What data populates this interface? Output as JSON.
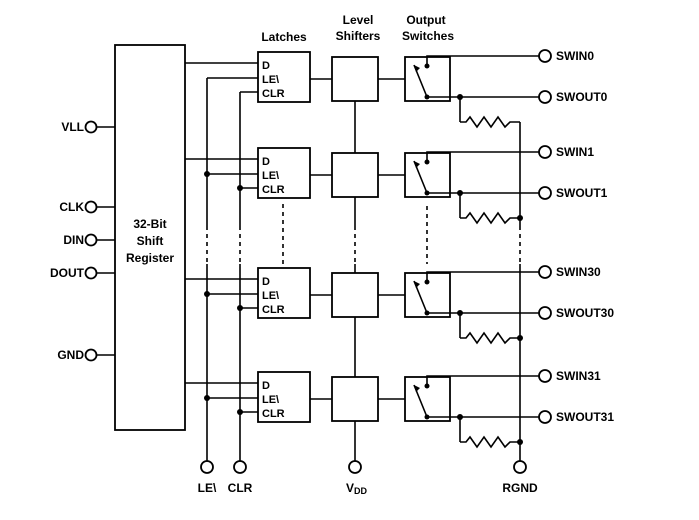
{
  "diagram": {
    "headers": {
      "latches": "Latches",
      "level_line1": "Level",
      "level_line2": "Shifters",
      "output_line1": "Output",
      "output_line2": "Switches"
    },
    "shift_register": {
      "line1": "32-Bit",
      "line2": "Shift",
      "line3": "Register"
    },
    "latch_labels": {
      "d": "D",
      "le": "LE\\",
      "clr": "CLR"
    },
    "left_pins": {
      "vll": "VLL",
      "clk": "CLK",
      "din": "DIN",
      "dout": "DOUT",
      "gnd": "GND"
    },
    "bottom_pins": {
      "le": "LE\\",
      "clr": "CLR",
      "vdd_main": "V",
      "vdd_sub": "DD",
      "rgnd": "RGND"
    },
    "right_pins": {
      "swin0": "SWIN0",
      "swout0": "SWOUT0",
      "swin1": "SWIN1",
      "swout1": "SWOUT1",
      "swin30": "SWIN30",
      "swout30": "SWOUT30",
      "swin31": "SWIN31",
      "swout31": "SWOUT31"
    },
    "colors": {
      "line": "#000000",
      "background": "#ffffff"
    }
  }
}
